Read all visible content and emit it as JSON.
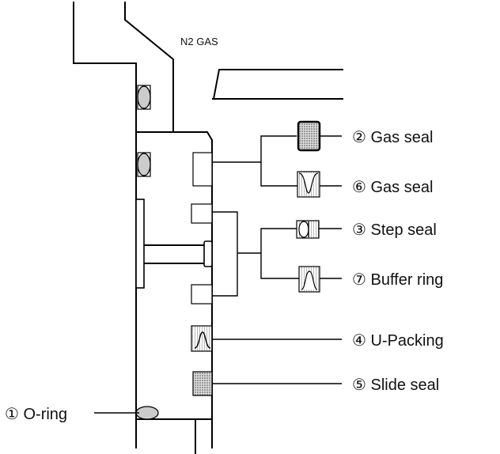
{
  "diagram": {
    "gas_label": "N2 GAS",
    "seals": [
      {
        "id": "gas-seal-2",
        "label": "② Gas seal"
      },
      {
        "id": "gas-seal-6",
        "label": "⑥ Gas seal"
      },
      {
        "id": "step-seal-3",
        "label": "③ Step seal"
      },
      {
        "id": "buffer-ring-7",
        "label": "⑦ Buffer ring"
      },
      {
        "id": "u-packing-4",
        "label": "④ U-Packing"
      },
      {
        "id": "slide-seal-5",
        "label": "⑤ Slide seal"
      },
      {
        "id": "o-ring-1",
        "label": "① O-ring"
      }
    ]
  }
}
